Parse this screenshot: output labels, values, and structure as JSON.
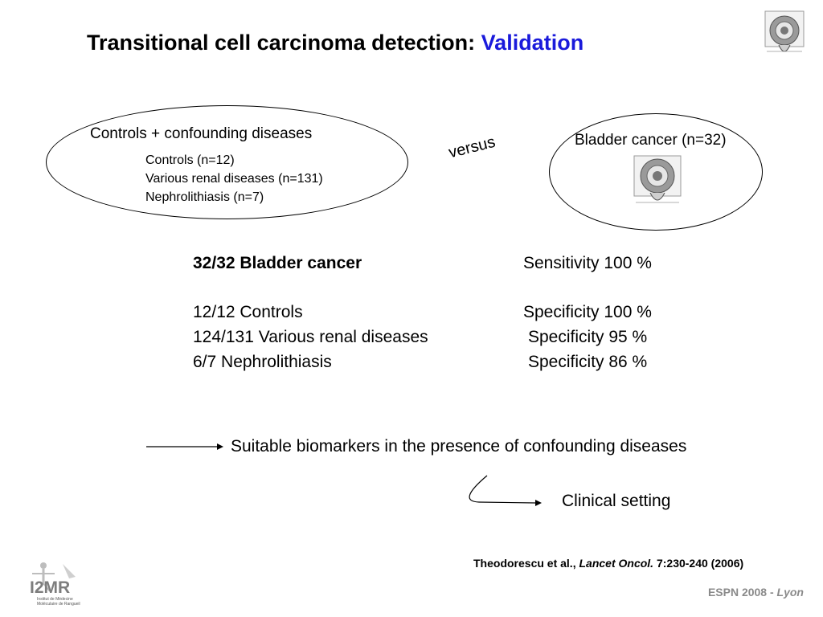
{
  "title": {
    "main": "Transitional cell carcinoma detection:",
    "highlight": "Validation",
    "highlight_color": "#1a1adb"
  },
  "left_group": {
    "heading": "Controls + confounding diseases",
    "items": [
      "Controls (n=12)",
      "Various renal diseases (n=131)",
      "Nephrolithiasis (n=7)"
    ]
  },
  "versus": "versus",
  "right_group": {
    "heading": "Bladder cancer (n=32)"
  },
  "results": [
    {
      "group": "32/32 Bladder cancer",
      "metric": "Sensitivity 100 %",
      "bold": true
    },
    {
      "group": "12/12 Controls",
      "metric": "Specificity 100 %",
      "bold": false
    },
    {
      "group": "124/131 Various renal diseases",
      "metric": "Specificity 95 %",
      "bold": false
    },
    {
      "group": "6/7 Nephrolithiasis",
      "metric": "Specificity 86 %",
      "bold": false
    }
  ],
  "conclusions": {
    "primary": "Suitable biomarkers in the presence of confounding diseases",
    "secondary": "Clinical setting"
  },
  "citation": {
    "authors": "Theodorescu et al.,",
    "journal": "Lancet Oncol.",
    "details": "7:230-240 (2006)"
  },
  "footer": {
    "conference": "ESPN 2008 -",
    "city": "Lyon"
  },
  "logo": {
    "text": "I2MR",
    "caption": "Institut de Médecine Moléculaire de Rangueil"
  }
}
